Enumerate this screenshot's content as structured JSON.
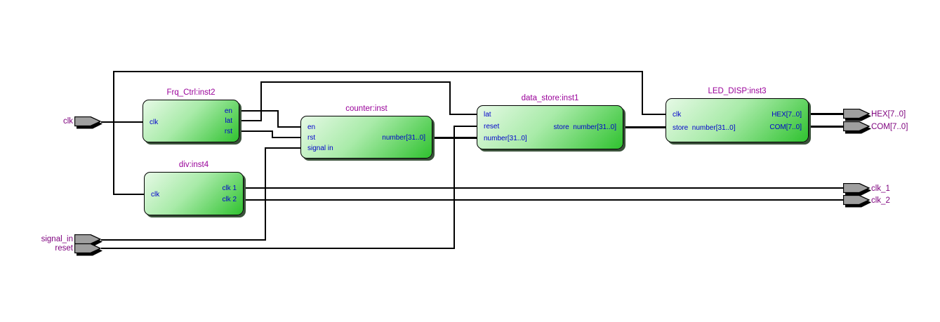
{
  "diagram_type": "rtl-schematic",
  "colors": {
    "background": "#ffffff",
    "block_fill_light": "#e6f9e6",
    "block_fill_dark": "#2fc22f",
    "block_border": "#000000",
    "block_shadow": "#3a513a",
    "title_text": "#990099",
    "port_text": "#0000cc",
    "pin_label_text": "#7d007d",
    "pin_fill": "#9f9f9f",
    "wire": "#000000"
  },
  "blocks": {
    "frq_ctrl": {
      "title": "Frq_Ctrl:inst2",
      "left_ports": [
        "clk"
      ],
      "right_ports": [
        "en",
        "lat",
        "rst"
      ]
    },
    "counter": {
      "title": "counter:inst",
      "left_ports": [
        "en",
        "rst",
        "signal in"
      ],
      "right_ports": [
        "number[31..0]"
      ]
    },
    "data_store": {
      "title": "data_store:inst1",
      "left_ports": [
        "lat",
        "reset",
        "number[31..0]"
      ],
      "right_ports": [
        "store  number[31..0]"
      ]
    },
    "led_disp": {
      "title": "LED_DISP:inst3",
      "left_ports": [
        "clk",
        "store  number[31..0]"
      ],
      "right_ports": [
        "HEX[7..0]",
        "COM[7..0]"
      ]
    },
    "div": {
      "title": "div:inst4",
      "left_ports": [
        "clk"
      ],
      "right_ports": [
        "clk 1",
        "clk 2"
      ]
    }
  },
  "pins": {
    "inputs": [
      "clk",
      "signal_in",
      "reset"
    ],
    "outputs": [
      "HEX[7..0]",
      "COM[7..0]",
      "clk_1",
      "clk_2"
    ]
  }
}
